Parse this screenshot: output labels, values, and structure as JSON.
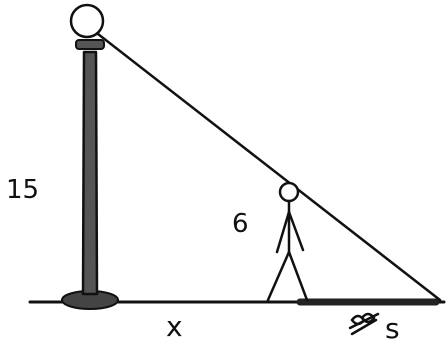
{
  "labels": {
    "pole_height": "15",
    "person_height": "6",
    "distance_to_person": "x",
    "shadow_length": "s"
  },
  "colors": {
    "ink": "#111111",
    "pole_fill": "#555555",
    "ground_shadow": "#222222"
  }
}
